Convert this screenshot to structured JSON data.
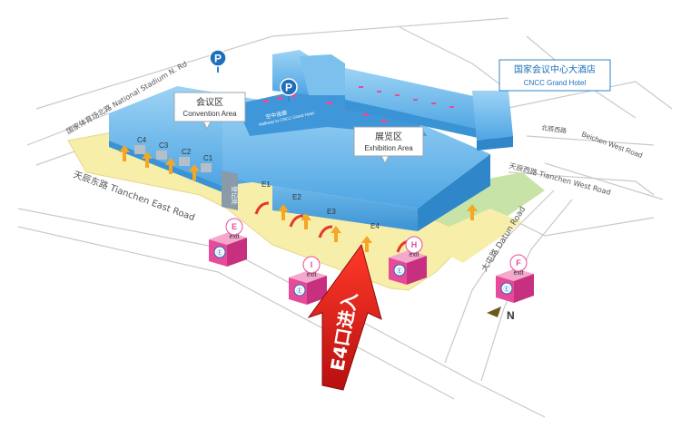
{
  "roads": {
    "national_stadium_n": "国家体育场北路  National Stadium N. Rd",
    "tianchen_east": "天辰东路  Tianchen East Road",
    "tianchen_west": "天辰西路  Tianchen West Road",
    "beichen_west": "北辰西路",
    "beichen_west_en": "Beichen West Road",
    "datun": "大屯路  Datun Road"
  },
  "areas": {
    "convention_cn": "会议区",
    "convention_en": "Convention Area",
    "exhibition_cn": "展览区",
    "exhibition_en": "Exhibition Area",
    "hotel_cn": "国家会议中心大酒店",
    "hotel_en": "CNCC Grand Hotel",
    "walkway_cn": "空中连廊",
    "walkway_en": "Walkway to CNCC Grand Hotel",
    "registration": "登记处"
  },
  "gates": {
    "convention": [
      "C4",
      "C3",
      "C2",
      "C1"
    ],
    "exhibition": [
      "E1",
      "E2",
      "E3",
      "E4"
    ]
  },
  "parking_label": "P",
  "exits": [
    {
      "letter": "E",
      "label": "exit"
    },
    {
      "letter": "I",
      "label": "exit"
    },
    {
      "letter": "H",
      "label": "exit"
    },
    {
      "letter": "F",
      "label": "exit"
    }
  ],
  "entry_label": "E4口进入",
  "north_label": "N",
  "colors": {
    "building_blue": "#5aaee8",
    "plaza_yellow": "#f7eeaa",
    "green": "#c8e3a8",
    "exit_pink": "#e84a9a",
    "arrow_red": "#d81e1e",
    "orange_arrow": "#f5a623"
  }
}
